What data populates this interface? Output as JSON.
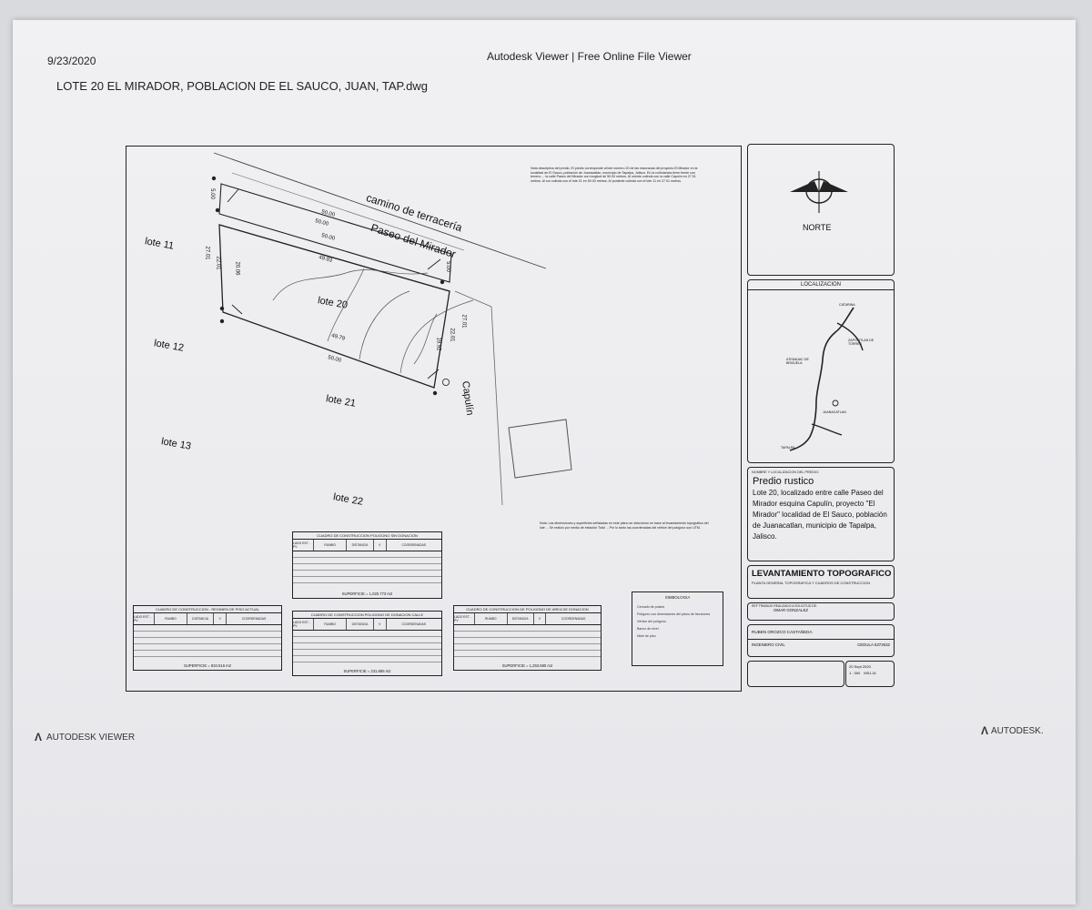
{
  "header": {
    "date": "9/23/2020",
    "viewer_title": "Autodesk Viewer | Free Online File Viewer",
    "file_name": "LOTE 20 EL MIRADOR, POBLACION DE EL SAUCO, JUAN, TAP.dwg"
  },
  "plan": {
    "labels": {
      "road": "camino de terracería",
      "street": "Paseo del Mirador",
      "cross_street": "Capulín",
      "lote11": "lote 11",
      "lote12": "lote 12",
      "lote13": "lote 13",
      "lote20": "lote 20",
      "lote21": "lote 21",
      "lote22": "lote 22"
    },
    "dimensions": {
      "d1": "50.00",
      "d2": "50.00",
      "d3": "50.00",
      "d4": "49.93",
      "d5": "49.79",
      "d6": "50.00",
      "d7": "5.00",
      "d8": "5.00",
      "d9": "22.01",
      "d10": "20.06",
      "d11": "27.01",
      "d12": "22.01",
      "d13": "19.92",
      "d14": "27.01"
    },
    "notes_top": "Nota descriptiva del predio. El predio corresponde al lote número 20 de las manzanas del proyecto El Mirador en la localidad de El Sauco, población de Juanacatlán, municipio de Tapalpa, Jalisco. En la colindancia tiene frente con terreno ... la calle Paseo del Mirador con longitud de 50.00 metros. Al oriente colinda con la calle Capulín en 27.01 metros. Al sur colinda con el lote 21 en 50.00 metros. Al poniente colinda con el lote 11 en 27.01 metros.",
    "notes_bottom": "Nota: Las dimensiones y superficies señaladas en este plano se obtuvieron en base al levantamiento topográfico del lote ... Se realizó por medio de estación Total ... Por lo tanto las coordenadas del vértice del polígono son UTM."
  },
  "tables": {
    "t1": {
      "title": "CUADRO DE CONSTRUCCION POLIGONO SIN DONACION",
      "surface": "SUPERFICIE = 1,020.773 m2"
    },
    "t2": {
      "title": "CUADRO DE CONSTRUCCION - REGIMEN DE PISO ACTUAL",
      "surface": "SUPERFICIE = 834.516 m2"
    },
    "t3": {
      "title": "CUADRO DE CONSTRUCCION POLIGONO DE DONACION CALLE",
      "surface": "SUPERFICIE = 231.885 m2"
    },
    "t4": {
      "title": "CUADRO DE CONSTRUCCION DE POLIGONO DE AREA DE DONACION",
      "surface": "SUPERFICIE = 1,253.680 m2"
    },
    "columns": [
      "LADO EST - PV",
      "RUMBO",
      "DISTANCIA",
      "V",
      "COORDENADAS"
    ]
  },
  "legend": {
    "title": "SIMBOLOGIA",
    "items": [
      "Cercado de postes",
      "Polígono con dimensiones del plano de frecciones",
      "Vértice del polígono",
      "Banco de nivel",
      "Nivel de piso"
    ]
  },
  "title_block": {
    "north": "NORTE",
    "location_title": "LOCALIZACION",
    "towns": {
      "cat": "CATARINA",
      "atem": "ATEMAJAC DE BRIZUELA",
      "zap": "ZAPOTITLAN DE TORRES",
      "juan": "JUANACATLAN",
      "tap": "TAPALPA"
    },
    "property_header": "NOMBRE Y LOCALIZACION DEL PREDIO:",
    "property_type": "Predio rustico",
    "property_desc": "Lote 20, localizado entre calle Paseo del Mirador esquina Capulín, proyecto \"El Mirador\" localidad de El Sauco, población de Juanacatlan, municipio de Tapalpa, Jalisco.",
    "survey_title": "LEVANTAMIENTO TOPOGRAFICO",
    "survey_sub": "PLANTA GENERAL TOPOGRAFICA Y CUADROS DE CONSTRUCCION",
    "owner_label": "REF TRABAJO REALIZADO A SOLICITUD DE:",
    "owner": "OMAR GONZALEZ",
    "engineer": "RUBEN OROZCO CASTAÑEDA",
    "engineer_title": "INGENIERO CIVIL",
    "cedula": "CEDULA 6372632",
    "date": "20 Sept 2020",
    "scale": "1 : 300",
    "sheet": "MSJ-01"
  },
  "footer": {
    "left_brand": "AUTODESK VIEWER",
    "right_brand": "AUTODESK."
  }
}
